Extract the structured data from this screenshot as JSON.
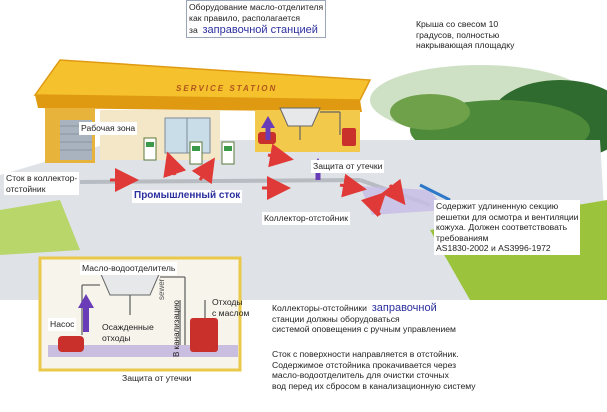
{
  "colors": {
    "roof": "#f5c12c",
    "roof_edge": "#e09a12",
    "building_shade": "#e8b33a",
    "arrow_red": "#e03a38",
    "arrow_purple": "#6a3db8",
    "drain_blue": "#2d78c8",
    "accent_text": "#2b2f9e",
    "pavement": "#dfe2e6",
    "grass": "#9bc43c",
    "inset_border": "#e9c84a"
  },
  "icons": [
    "arrow-icon",
    "oil-separator-icon",
    "fuel-pump-icon",
    "oil-drum-icon"
  ],
  "sign": {
    "text": "SERVICE STATION"
  },
  "labels": {
    "equipment_location_1": "Оборудование масло-отделителя",
    "equipment_location_2": "как правило, располагается",
    "equipment_location_prefix": "за",
    "equipment_location_accent": "заправочной станцией",
    "roof_1": "Крыша со свесом 10",
    "roof_2": "градусов, полностью",
    "roof_3": "накрывающая площадку",
    "work_zone": "Рабочая зона",
    "drain_to_collector_1": "Сток в коллектор-",
    "drain_to_collector_2": "отстойник",
    "leak_protection_top": "Защита от утечки",
    "industrial_drain": "Промышленный сток",
    "collector_sump": "Коллектор-отстойник",
    "extended_section_1": "Содержит удлиненную секцию",
    "extended_section_2": "решетки для осмотра и вентиляции",
    "extended_section_3": "кожуха. Должен соответствовать",
    "extended_section_4": "требованиям",
    "extended_section_5": "AS1830-2002 и AS3996-1972"
  },
  "inset": {
    "oil_separator": "Масло-водоотделитель",
    "pump": "Насос",
    "settled_1": "Осажденные",
    "settled_2": "отходы",
    "sewer": "sewer",
    "to_sewer": "В канализацию",
    "oil_waste_1": "Отходы",
    "oil_waste_2": "с маслом",
    "leak_protection": "Защита от утечки"
  },
  "notes": {
    "collectors_1_pre": "Коллекторы-отстойники",
    "collectors_1_accent": "заправочной",
    "collectors_2": "станции должны оборудоваться",
    "collectors_3": "системой оповещения с ручным управлением",
    "surface_1": "Сток с поверхности направляется в отстойник.",
    "surface_2": "Содержимое отстойника прокачивается через",
    "surface_3": "масло-водоотделитель для очистки сточных",
    "surface_4": "вод перед их сбросом в канализационную систему"
  }
}
